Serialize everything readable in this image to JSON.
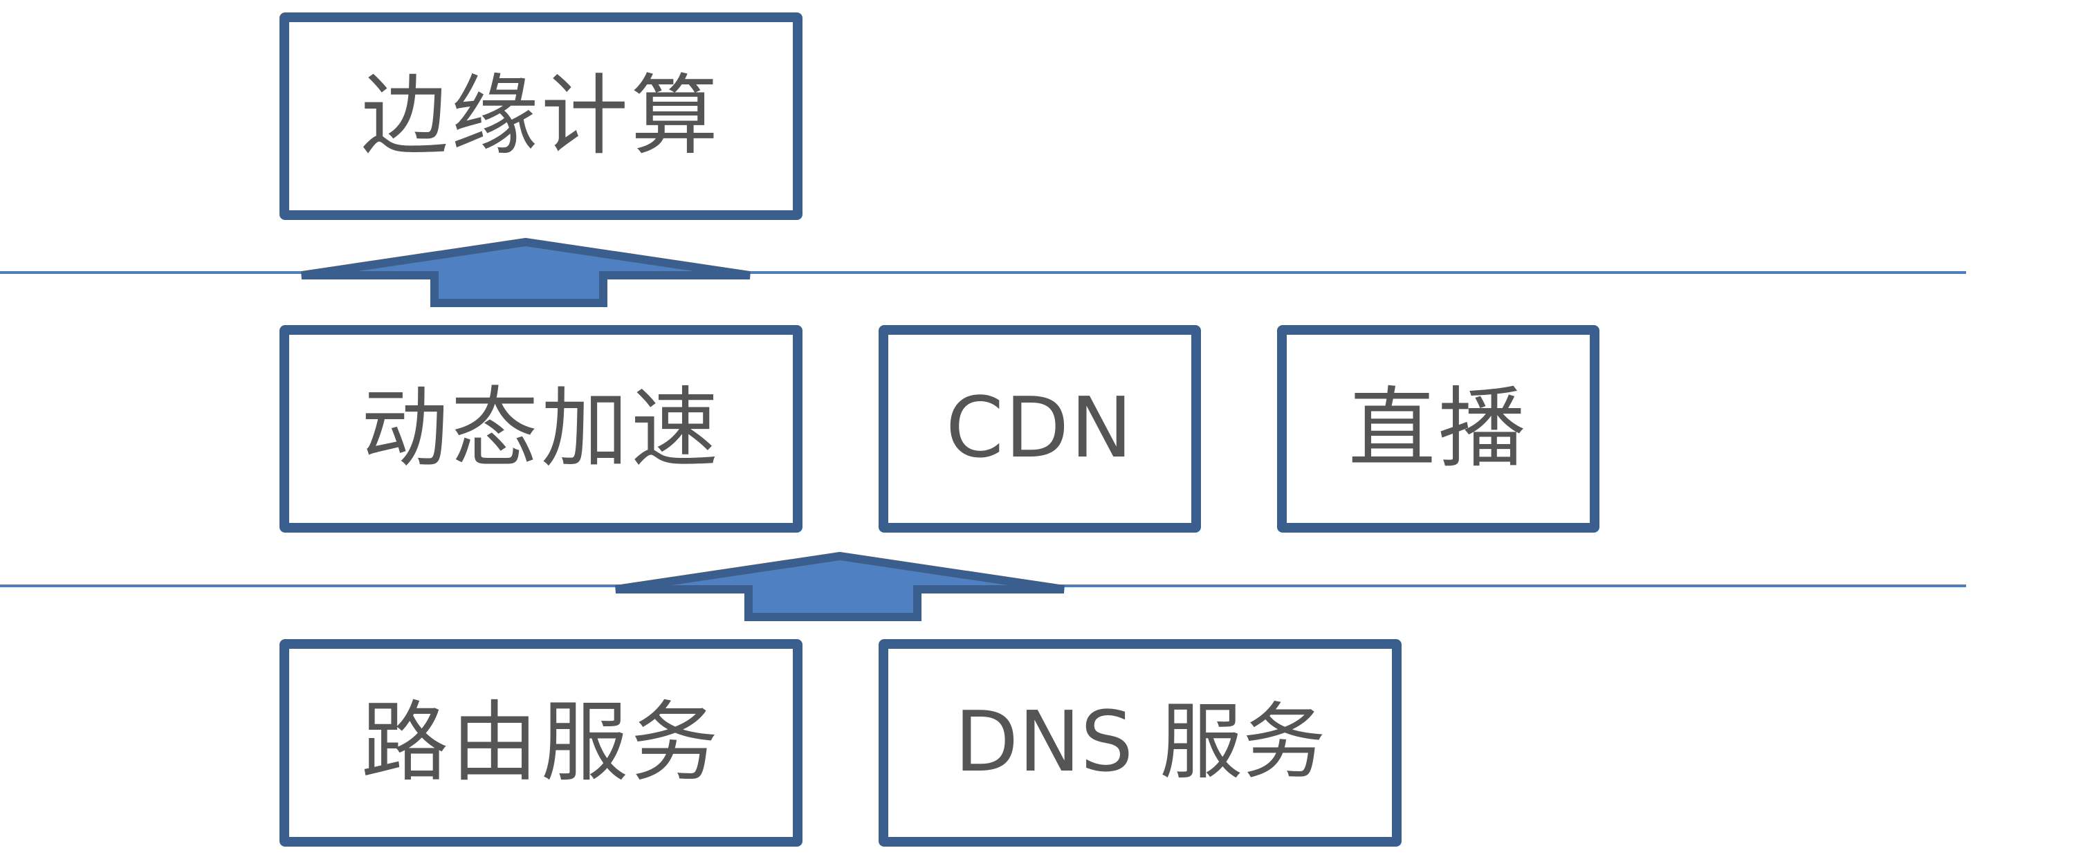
{
  "diagram": {
    "colors": {
      "box_border": "#3a5f8f",
      "arrow_fill": "#4f80c1",
      "arrow_stroke": "#3a5f8f",
      "divider": "#4f7ebd",
      "text": "#555555"
    },
    "top_layer": {
      "edge_computing": "边缘计算"
    },
    "middle_layer": {
      "dynamic_acceleration": "动态加速",
      "cdn": "CDN",
      "live_streaming": "直播"
    },
    "bottom_layer": {
      "routing_service": "路由服务",
      "dns_service_prefix": "DNS",
      "dns_service_suffix": "服务"
    },
    "arrows": [
      "up-arrow-icon",
      "up-arrow-icon"
    ]
  }
}
